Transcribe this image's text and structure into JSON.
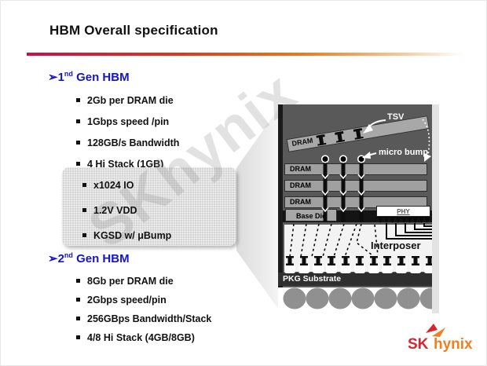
{
  "title": "HBM Overall specification",
  "gen1": {
    "arrow": "➢",
    "num": "1",
    "sup": "nd",
    "rest": " Gen HBM",
    "bullets": [
      "2Gb per DRAM die",
      "1Gbps speed /pin",
      "128GB/s Bandwidth",
      "4 Hi Stack (1GB)"
    ]
  },
  "callout": {
    "bullets": [
      "x1024 IO",
      "1.2V VDD",
      "KGSD w/ μBump"
    ]
  },
  "gen2": {
    "arrow": "➢",
    "num": "2",
    "sup": "nd",
    "rest": " Gen HBM",
    "bullets": [
      "8Gb per DRAM die",
      "2Gbps speed/pin",
      "256GBps Bandwidth/Stack",
      "4/8 Hi Stack (4GB/8GB)"
    ]
  },
  "diagram": {
    "tilted_die_label": "DRAM",
    "tsv_label": "TSV",
    "micro_bump_label": "micro bump",
    "stack_labels": [
      "DRAM",
      "DRAM",
      "DRAM"
    ],
    "base_die_label": "Base Die",
    "phy_label": "PHY",
    "interposer_label": "Interposer",
    "pkg_label": "PKG Substrate"
  },
  "watermark": "SKhynix",
  "logo": {
    "sk": "SK",
    "hynix": "hynix"
  },
  "colors": {
    "accent_blue": "#1414cc",
    "rule_red": "#c80f4a",
    "rule_orange": "#e97b1d",
    "logo_red": "#d6252e",
    "logo_orange": "#f47d20",
    "panel_gray": "#595959"
  }
}
